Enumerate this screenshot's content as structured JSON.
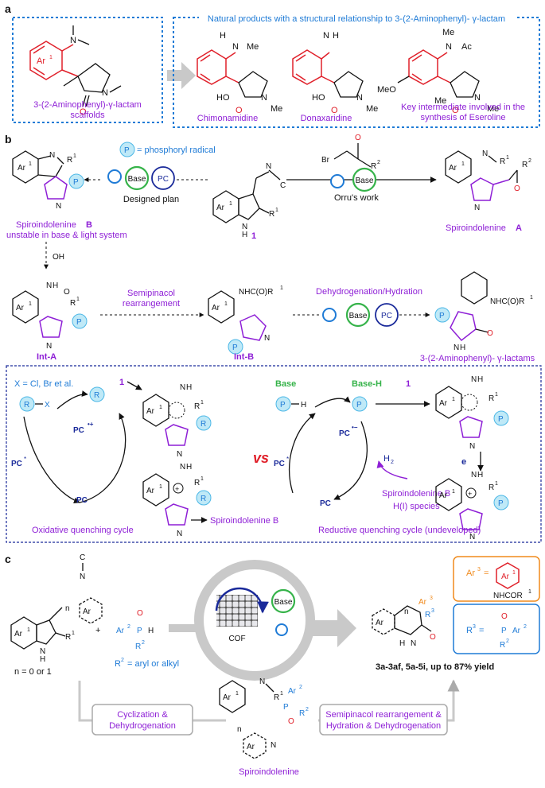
{
  "panel_labels": {
    "a": "a",
    "b": "b",
    "c": "c"
  },
  "panel_a": {
    "scaffold_caption_1": "3-(2-Aminophenyl)-γ-lactam",
    "scaffold_caption_2": "scaffolds",
    "natural_box_title": "Natural products with a structural relationship to 3-(2-Aminophenyl)- γ-lactam",
    "chimonamidine": "Chimonamidine",
    "donaxaridine": "Donaxaridine",
    "eseroline_1": "Key intermediate involved in the",
    "eseroline_2": "synthesis of Eseroline",
    "atoms": {
      "ar1": "Ar",
      "ar1_sup": "1",
      "N": "N",
      "O": "O",
      "H": "H",
      "HO": "HO",
      "Me": "Me",
      "Ac": "Ac",
      "MeO": "MeO",
      "NH2_N": "N",
      "NH2_H": "H"
    }
  },
  "panel_b": {
    "phosphoryl_label": "= phosphoryl radical",
    "P": "P",
    "base": "Base",
    "pc": "PC",
    "designed_plan": "Designed plan",
    "compound_1": "1",
    "orru": "Orru's work",
    "spiro_B_1": "Spiroindolenine",
    "spiro_B_2": "B",
    "spiro_B_3": "unstable in base & light system",
    "spiro_A_1": "Spiroindolenine",
    "spiro_A_2": "A",
    "oh": "OH",
    "semipinacol_1": "Semipinacol",
    "semipinacol_2": "rearrangement",
    "dehydro_hydration": "Dehydrogenation/Hydration",
    "int_A": "Int-A",
    "int_B": "Int-B",
    "product": "3-(2-Aminophenyl)- γ-lactams",
    "nhc_or1": "NHC(O)R",
    "r1": "R",
    "sup1": "1",
    "Br": "Br",
    "R2": "R",
    "sup2": "2",
    "x_label": "X = Cl, Br et al.",
    "R": "R",
    "X": "X",
    "H": "H",
    "one": "1",
    "pc_plus": "PC",
    "pc_star": "PC",
    "vs": "vs",
    "base_h": "Base-H",
    "h2": "H",
    "h2_sub": "2",
    "e": "e",
    "spiro_B_right": "Spiroindolenine B",
    "hi_species": "H(I) species",
    "spiro_B_left": "Spiroindolenine B",
    "oxidative": "Oxidative quenching cycle",
    "reductive": "Reductive quenching cycle (undeveloped)"
  },
  "panel_c": {
    "n_cond": "n = 0 or 1",
    "plus": "+",
    "ar2": "Ar",
    "r2_cond": "R",
    "r2_cond_rest": "= aryl or alkyl",
    "cof": "COF",
    "base": "Base",
    "ar3_def": "Ar",
    "nhcor1": "NHCOR",
    "r3_def": "R",
    "products": "3a-3af,  5a-5i,  up to 87% yield",
    "cyclization_1": "Cyclization &",
    "cyclization_2": "Dehydrogenation",
    "spiroindolenine": "Spiroindolenine",
    "semipinacol_1": "Semipinacol rearrangement &",
    "semipinacol_2": "Hydration & Dehydrogenation",
    "n": "n",
    "ar4": "Ar",
    "ar3": "Ar",
    "r3": "R",
    "equals": "="
  },
  "colors": {
    "purple": "#8e1fd6",
    "blue": "#1f7bd6",
    "navy": "#1a2a9a",
    "red": "#e0202a",
    "green": "#36b34a",
    "cyan": "#4bb7e6",
    "orange": "#f08a1c"
  }
}
